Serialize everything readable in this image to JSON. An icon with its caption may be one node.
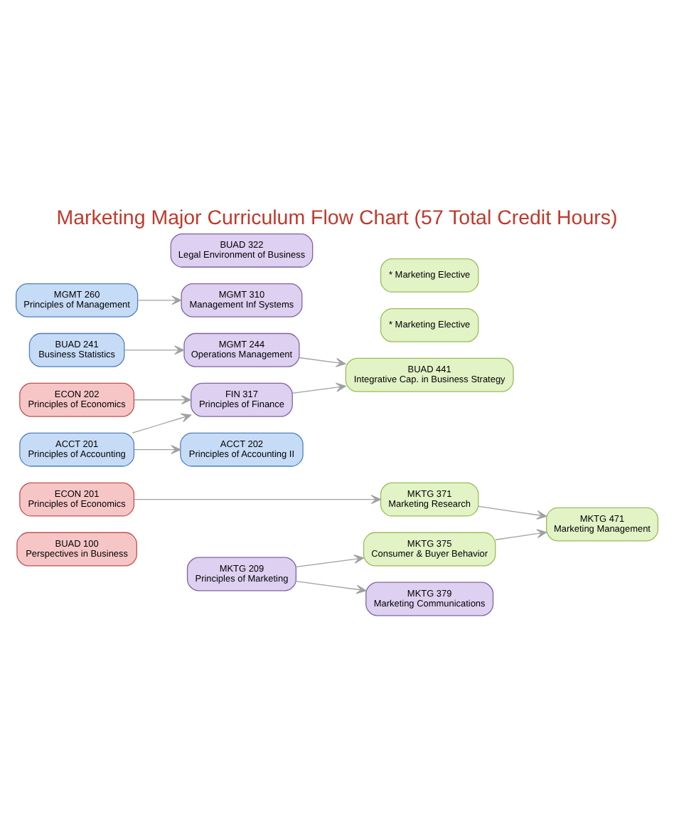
{
  "diagram": {
    "title": "Marketing Major Curriculum Flow Chart (57 Total Credit Hours)",
    "nodes": [
      {
        "text": [
          "BUAD 100",
          "Perspectives in Business"
        ]
      },
      {
        "text": [
          "ECON 201",
          "Principles of Economics"
        ]
      },
      {
        "text": [
          "ECON 202",
          "Principles of Economics"
        ]
      },
      {
        "text": [
          "BUAD 241",
          "Business Statistics"
        ]
      },
      {
        "text": [
          "ACCT 201",
          "Principles of Accounting"
        ]
      },
      {
        "text": [
          "ACCT 202",
          "Principles of Accounting II"
        ]
      },
      {
        "text": [
          "MGMT 260",
          "Principles of Management"
        ]
      },
      {
        "text": [
          "BUAD 322",
          "Legal Environment of Business"
        ]
      },
      {
        "text": [
          "MGMT 244",
          "Operations Management"
        ]
      },
      {
        "text": [
          "MKTG 209",
          "Principles of Marketing"
        ]
      },
      {
        "text": [
          "FIN 317",
          "Principles of Finance"
        ]
      },
      {
        "text": [
          "MGMT 310",
          "Management Inf Systems"
        ]
      },
      {
        "text": [
          "* Marketing Elective"
        ]
      },
      {
        "text": [
          "* Marketing Elective"
        ]
      },
      {
        "text": [
          "BUAD 441",
          "Integrative Cap. in Business Strategy"
        ]
      },
      {
        "text": [
          "MKTG 371",
          "Marketing Research"
        ]
      },
      {
        "text": [
          "MKTG 375",
          "Consumer & Buyer Behavior"
        ]
      },
      {
        "text": [
          "MKTG 379",
          "Marketing Communications"
        ]
      },
      {
        "text": [
          "MKTG 471",
          "Marketing Management"
        ]
      }
    ],
    "edges": [
      {
        "from": 3,
        "to": 8,
        "arrow": "to"
      },
      {
        "from": 4,
        "to": 5,
        "arrow": "to"
      },
      {
        "from": 4,
        "to": 10,
        "arrow": "to"
      },
      {
        "from": 2,
        "to": 10,
        "arrow": "to"
      },
      {
        "from": 1,
        "to": 15,
        "arrow": "to"
      },
      {
        "from": 6,
        "to": 11,
        "arrow": "to"
      },
      {
        "from": 8,
        "to": 14,
        "arrow": "to"
      },
      {
        "from": 10,
        "to": 14,
        "arrow": "to"
      },
      {
        "from": 9,
        "to": 16,
        "arrow": "to"
      },
      {
        "from": 9,
        "to": 17,
        "arrow": "to"
      },
      {
        "from": 15,
        "to": 18,
        "arrow": "to"
      },
      {
        "from": 16,
        "to": 18,
        "arrow": "to"
      }
    ]
  }
}
